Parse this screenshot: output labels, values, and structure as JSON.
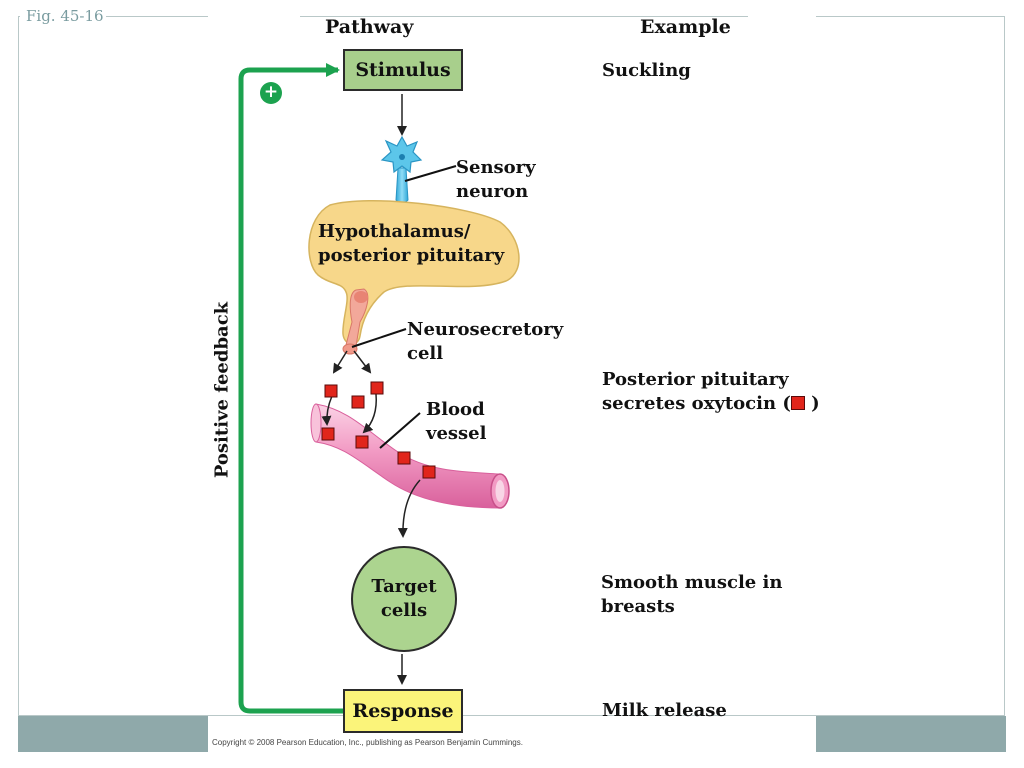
{
  "figure_label": "Fig. 45-16",
  "headings": {
    "pathway": "Pathway",
    "example": "Example"
  },
  "pathway": {
    "stimulus": "Stimulus",
    "sensory_neuron": [
      "Sensory",
      "neuron"
    ],
    "hypothalamus": [
      "Hypothalamus/",
      "posterior pituitary"
    ],
    "neurosecretory_cell": [
      "Neurosecretory",
      "cell"
    ],
    "blood_vessel": [
      "Blood",
      "vessel"
    ],
    "target_cells": [
      "Target",
      "cells"
    ],
    "response": "Response"
  },
  "examples": {
    "stimulus": "Suckling",
    "hormone": [
      "Posterior pituitary",
      "secretes oxytocin (",
      ")"
    ],
    "target": [
      "Smooth muscle in",
      "breasts"
    ],
    "response": "Milk release"
  },
  "feedback": {
    "label": "Positive feedback",
    "sign": "+"
  },
  "colors": {
    "feedback_arrow": "#1ca24f",
    "stimulus_box": "#a8cf8c",
    "response_box": "#fbf47a",
    "target_cells": "#acd48f",
    "oxytocin": "#e1251b",
    "neuron": "#5cc6ea",
    "gland": "#f7d78a",
    "vessel": "#f29bc4",
    "footer_band": "#8fa9aa"
  },
  "copyright": "Copyright © 2008 Pearson Education, Inc., publishing as Pearson Benjamin Cummings."
}
